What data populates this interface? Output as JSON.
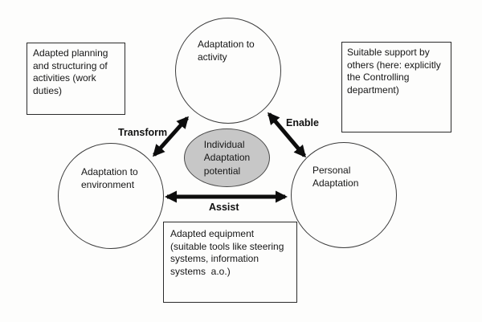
{
  "diagram": {
    "nodes": {
      "activity_circle": {
        "label": "Adaptation to\nactivity"
      },
      "environment_circle": {
        "label": "Adaptation to\nenvironment"
      },
      "personal_circle": {
        "label": "Personal\nAdaptation"
      },
      "potential_ellipse": {
        "label": "Individual\nAdaptation\npotential"
      }
    },
    "annotations": {
      "planning_box": {
        "text": "Adapted planning\nand structuring of\nactivities (work\nduties)"
      },
      "support_box": {
        "text": "Suitable support by\nothers (here: explicitly\nthe Controlling\ndepartment)"
      },
      "equipment_box": {
        "text": "Adapted equipment\n(suitable tools like steering\nsystems, information\nsystems  a.o.)"
      }
    },
    "edges": {
      "transform": {
        "label": "Transform",
        "from": "activity_circle",
        "to": "environment_circle"
      },
      "enable": {
        "label": "Enable",
        "from": "activity_circle",
        "to": "personal_circle"
      },
      "assist": {
        "label": "Assist",
        "from": "environment_circle",
        "to": "personal_circle"
      }
    },
    "colors": {
      "ellipse_fill": "#c7c7c7",
      "arrow": "#0d0d0d",
      "node_stroke": "#3c3c3c",
      "box_stroke": "#2b2b2b",
      "background": "#fdfdfc"
    }
  }
}
